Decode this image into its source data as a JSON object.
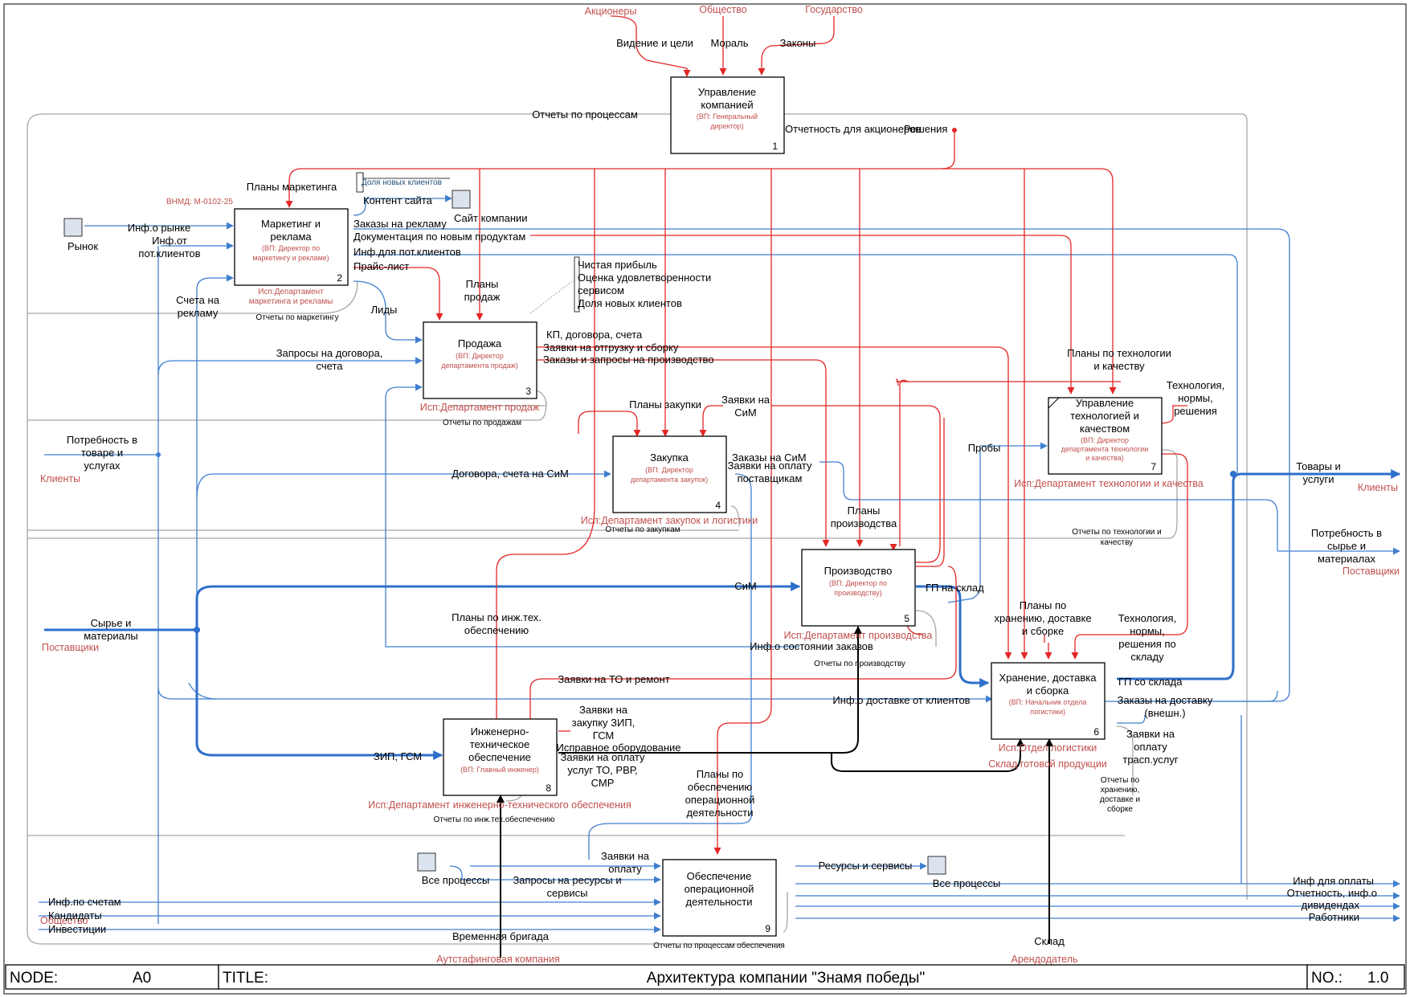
{
  "diagram": {
    "node_label": "NODE:",
    "node_value": "A0",
    "title_label": "TITLE:",
    "title_value": "Архитектура компании \"Знамя победы\"",
    "no_label": "NO.:",
    "no_value": "1.0"
  },
  "blocks": [
    {
      "id": "b1",
      "title": [
        "Управление",
        "компанией"
      ],
      "performer": [
        "(ВП: Генеральный",
        "директор)"
      ],
      "number": "1"
    },
    {
      "id": "b2",
      "title": [
        "Маркетинг и",
        "реклама"
      ],
      "performer": [
        "(ВП: Директор по",
        "маркетингу и рекламе)"
      ],
      "number": "2"
    },
    {
      "id": "b3",
      "title": [
        "Продажа"
      ],
      "performer": [
        "(ВП: Директор",
        "департамента продаж)"
      ],
      "number": "3"
    },
    {
      "id": "b4",
      "title": [
        "Закупка"
      ],
      "performer": [
        "(ВП: Директор",
        "департамента закупок)"
      ],
      "number": "4"
    },
    {
      "id": "b5",
      "title": [
        "Производство"
      ],
      "performer": [
        "(ВП: Директор по",
        "производству)"
      ],
      "number": "5"
    },
    {
      "id": "b6",
      "title": [
        "Хранение, доставка",
        "и сборка"
      ],
      "performer": [
        "(ВП: Начальник отдела",
        "логистики)"
      ],
      "number": "6"
    },
    {
      "id": "b7",
      "title": [
        "Управление",
        "технологией и",
        "качеством"
      ],
      "performer": [
        "(ВП: Директор",
        "департамента технологии",
        "и качества)"
      ],
      "number": "7"
    },
    {
      "id": "b8",
      "title": [
        "Инженерно-",
        "техническое",
        "обеспечение"
      ],
      "performer": [
        "(ВП: Главный инженер)"
      ],
      "number": "8"
    },
    {
      "id": "b9",
      "title": [
        "Обеспечение",
        "операционной",
        "деятельности"
      ],
      "performer": [],
      "number": "9"
    }
  ],
  "externals": {
    "shareholders": "Акционеры",
    "society_top": "Общество",
    "state": "Государство",
    "clients_left": "Клиенты",
    "suppliers_left": "Поставщики",
    "society_bottom": "Общество",
    "outstaffing": "Аутстафинговая компания",
    "landlord": "Арендодатель",
    "clients_right": "Клиенты",
    "suppliers_right": "Поставщики"
  },
  "executors": {
    "e2": [
      "Исп:Департамент",
      "маркетинга и рекламы"
    ],
    "e3": "Исп:Департамент продаж",
    "e4": "Исп:Департамент закупок и логистики",
    "e5": "Исп:Департамент производства",
    "e6a": "Исп:Отдел логистики",
    "e6b": "Склад готовой продукции",
    "e7": "Исп:Департамент технологии и качества",
    "e8": "Исп:Департамент инженерно-технического обеспечения",
    "bnmd": "ВНМД: М-0102-25"
  },
  "labels": {
    "vision": "Видение и цели",
    "morals": "Мораль",
    "laws": "Законы",
    "process_reports": "Отчеты по процессам",
    "shareholder_reports": "Отчетность для акционеров",
    "shareholder_decisions": "Решения",
    "marketing_plans": "Планы маркетинга",
    "new_clients_share_note": "Доля новых клиентов",
    "site_content": "Контент сайта",
    "company_site": "Сайт компании",
    "market": "Рынок",
    "market_info": "Инф.о рынке",
    "client_info": [
      "Инф.от",
      "пот.клиентов"
    ],
    "ad_orders": "Заказы на рекламу",
    "new_products_docs": "Документация по новым продуктам",
    "info_for_clients": "Инф.для пот.клиентов",
    "price_list": "Прайс-лист",
    "ad_invoices": [
      "Счета на",
      "рекламу"
    ],
    "marketing_reports": "Отчеты по маркетингу",
    "leads": "Лиды",
    "sales_plans": [
      "Планы",
      "продаж"
    ],
    "kpi_note": [
      "Чистая прибыль",
      "Оценка удовлетворенности",
      "сервисом",
      "Доля новых клиентов"
    ],
    "contract_requests": [
      "Запросы на договора,",
      "счета"
    ],
    "cp_contracts": "КП, договора, счета",
    "shipment_requests": "Заявки на отгрузку и сборку",
    "production_orders": "Заказы и запросы на производство",
    "sales_reports": "Отчеты по продажам",
    "needs_goods": [
      "Потребность в",
      "товаре и",
      "услугах"
    ],
    "purchase_plans": "Планы закупки",
    "sim_requests": [
      "Заявки на",
      "СиМ"
    ],
    "sim_orders": "Заказы на СиМ",
    "supplier_payment": [
      "Заявки на оплату",
      "поставщикам"
    ],
    "sim_contracts": "Договора, счета на СиМ",
    "purchase_reports": "Отчеты по закупкам",
    "production_plans": [
      "Планы",
      "производства"
    ],
    "tech_plans": [
      "Планы по технологии",
      "и качеству"
    ],
    "samples": "Пробы",
    "tech_norms": [
      "Технология,",
      "нормы,",
      "решения"
    ],
    "tech_reports": [
      "Отчеты по технологии и",
      "качеству"
    ],
    "goods_services": [
      "Товары и",
      "услуги"
    ],
    "raw_needs": [
      "Потребность в",
      "сырье и",
      "материалах"
    ],
    "raw_materials": [
      "Сырье и",
      "материалы"
    ],
    "sim": "СиМ",
    "fg_to_store": "ГП на склад",
    "order_status": "Инф.о состоянии заказов",
    "production_reports": "Отчеты по производству",
    "eng_plans": [
      "Планы по инж.тех.",
      "обеспечению"
    ],
    "storage_plans": [
      "Планы по",
      "хранению, доставке",
      "и сборке"
    ],
    "storage_tech": [
      "Технология,",
      "нормы,",
      "решения по",
      "складу"
    ],
    "maintenance_requests": "Заявки на ТО и ремонт",
    "spare_requests": [
      "Заявки на",
      "закупку ЗИП,",
      "ГСМ"
    ],
    "delivery_info": "Инф.о доставке от клиентов",
    "fg_from_store": "ГП со склада",
    "delivery_orders": [
      "Заказы на доставку",
      "(внешн.)"
    ],
    "transport_payment": [
      "Заявки на",
      "оплату",
      "трасп.услуг"
    ],
    "storage_reports": [
      "Отчеты по",
      "хранению,",
      "доставке и",
      "сборке"
    ],
    "zip_gsm": "ЗИП, ГСМ",
    "working_equipment": "Исправное оборудование",
    "service_payment": [
      "Заявки на оплату",
      "услуг ТО, РВР,",
      "СМР"
    ],
    "eng_reports": "Отчеты по инж.тех.обеспечению",
    "ops_plans": [
      "Планы по",
      "обеспечению",
      "операционной",
      "деятельности"
    ],
    "payment_requests": [
      "Заявки на",
      "оплату"
    ],
    "resource_requests": [
      "Запросы на ресурсы и",
      "сервисы"
    ],
    "all_processes_left": "Все процессы",
    "resources_services": "Ресурсы и сервисы",
    "all_processes_right": "Все процессы",
    "invoice_info": "Инф.по счетам",
    "candidates": "Кандидаты",
    "investments": "Инвестиции",
    "temp_team": "Временная бригада",
    "ops_reports": "Отчеты по процессам обеспечения",
    "warehouse": "Склад",
    "payment_info": "Инф для оплаты",
    "reports_info": "Отчетность, инф.о",
    "dividends": "дивидендах",
    "workers": "Работники"
  },
  "colors": {
    "control": "#e32626",
    "flow": "#3f7fcf",
    "mechanism": "#000000",
    "feedback": "#a8a8a8",
    "external": "#c0504d"
  }
}
